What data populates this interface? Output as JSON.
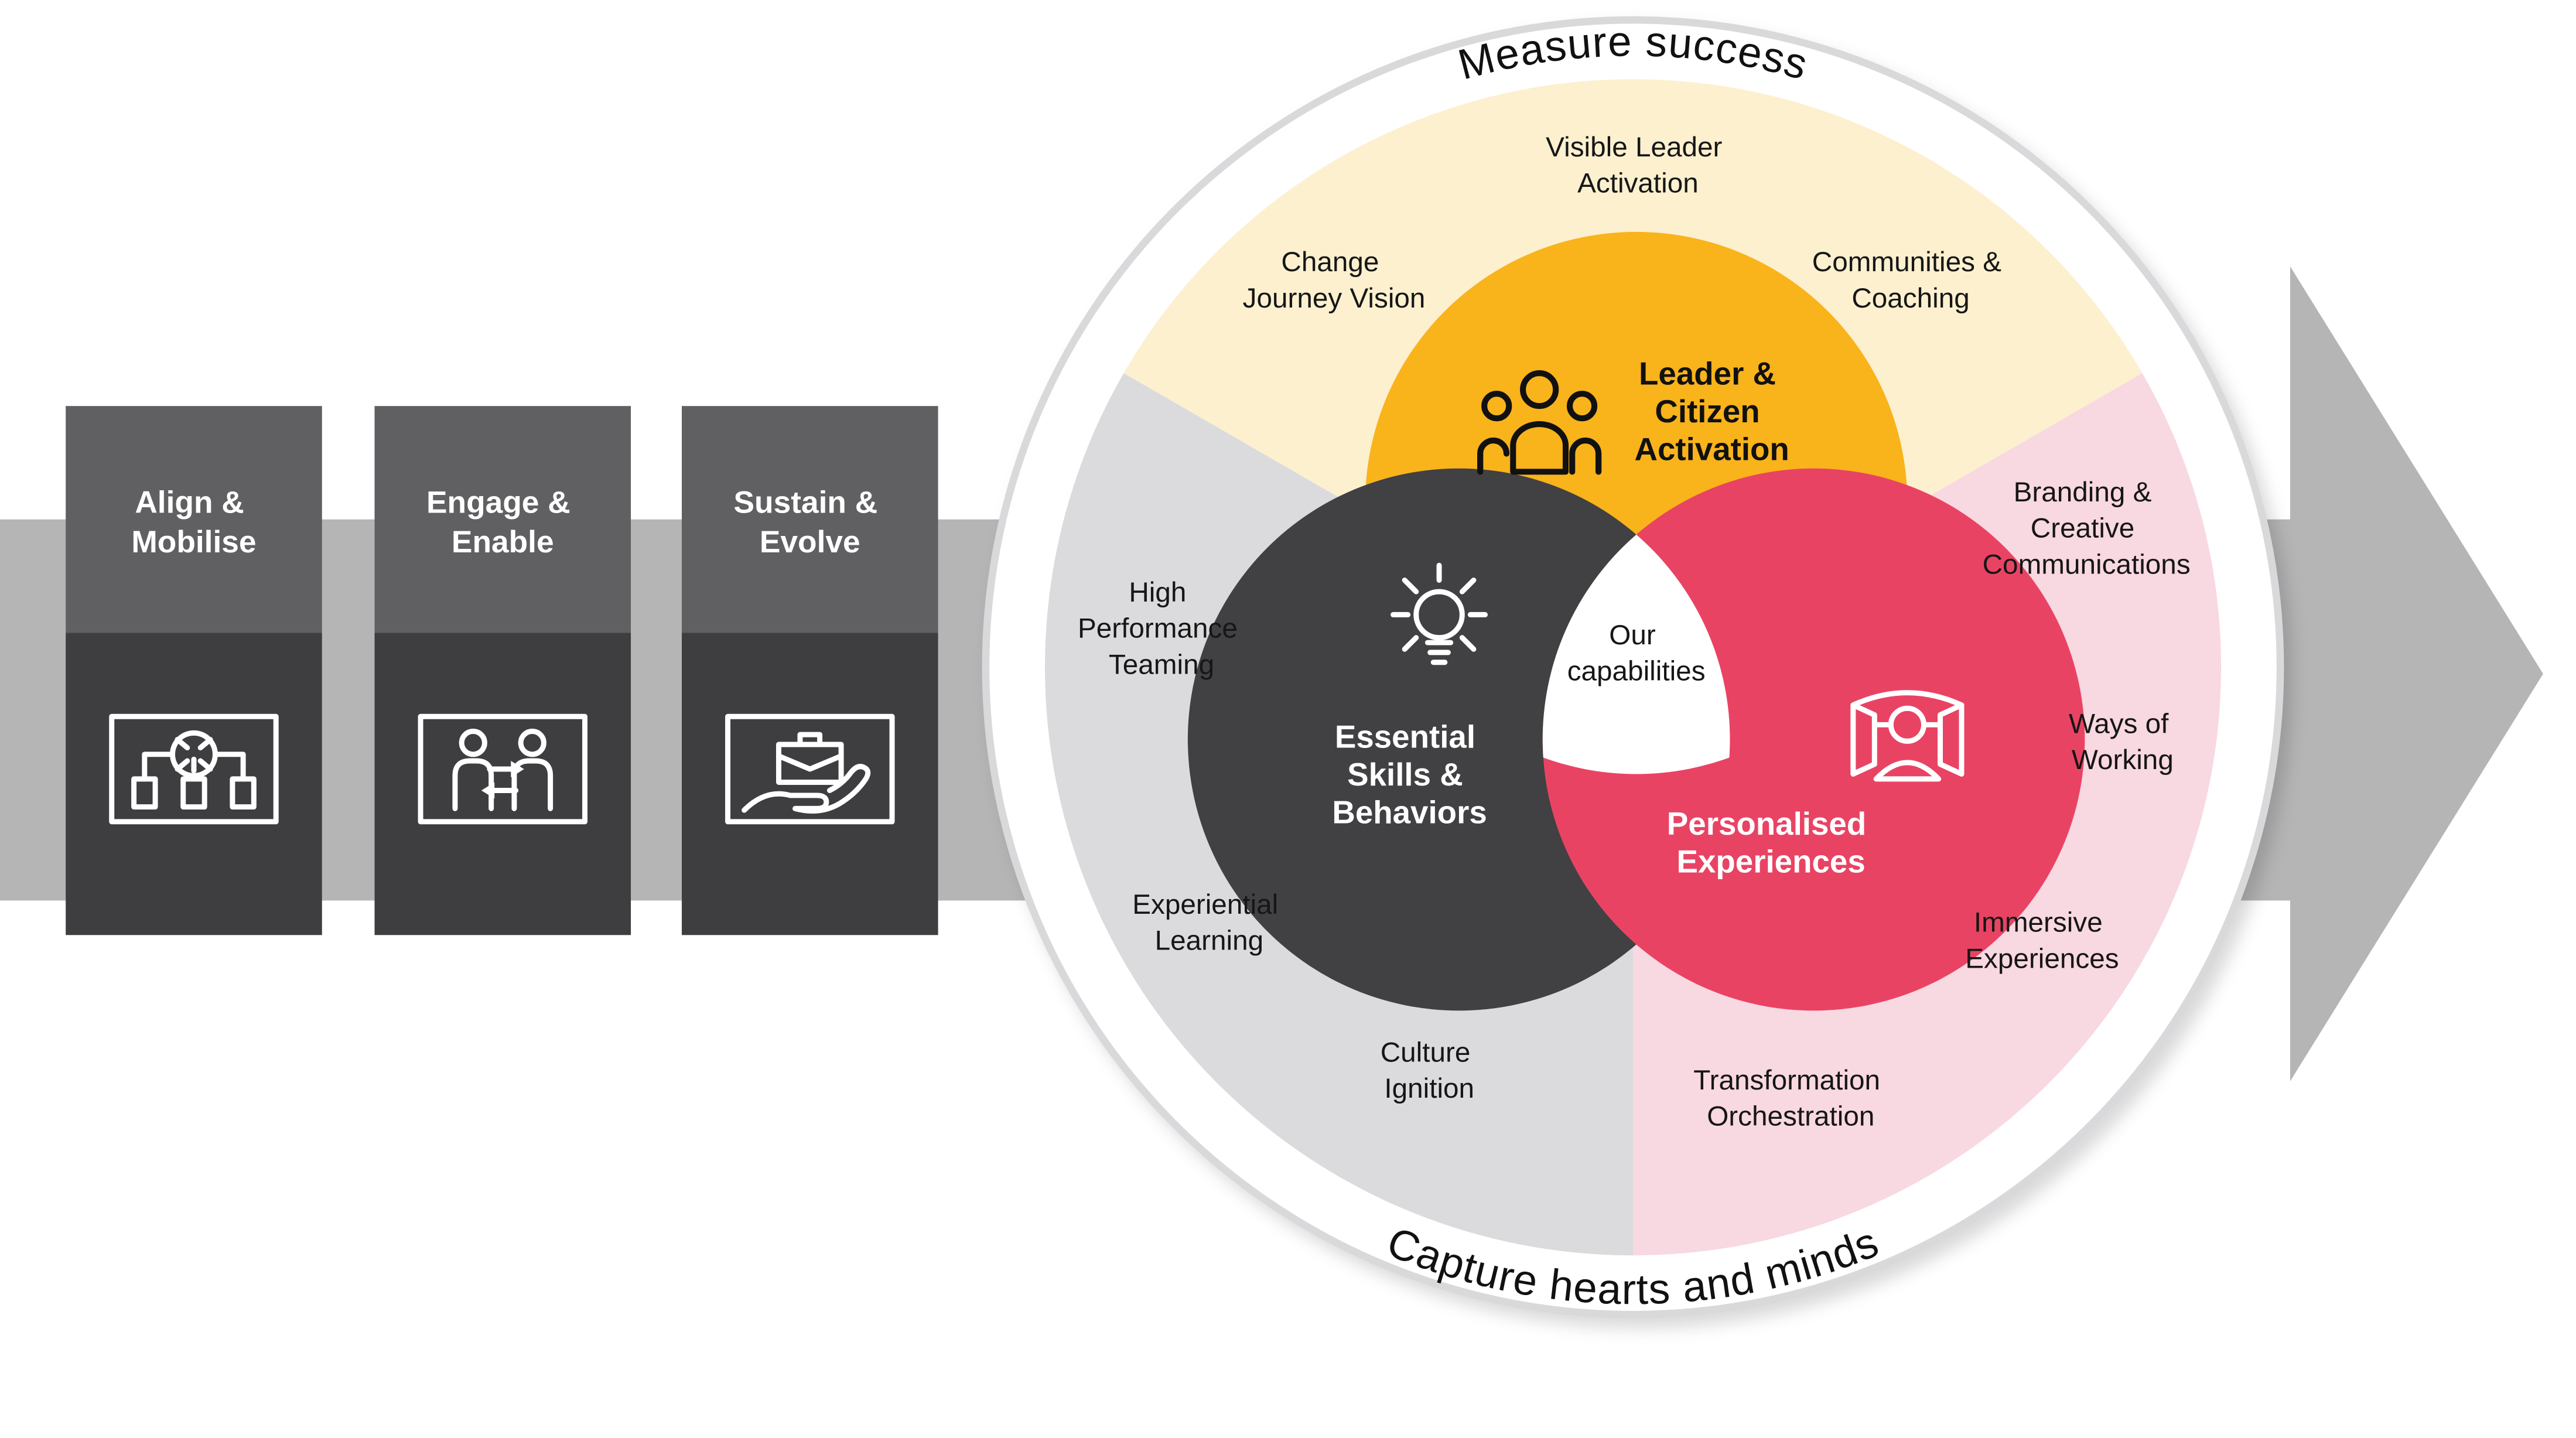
{
  "ring": {
    "top_label": "Measure success",
    "bottom_label": "Capture hearts and minds"
  },
  "stages": [
    {
      "label_lines": [
        "Align &",
        "Mobilise"
      ],
      "icon": "converge-documents-icon"
    },
    {
      "label_lines": [
        "Engage &",
        "Enable"
      ],
      "icon": "people-exchange-icon"
    },
    {
      "label_lines": [
        "Sustain &",
        "Evolve"
      ],
      "icon": "hand-briefcase-icon"
    }
  ],
  "sectors": {
    "leadership": {
      "labels": [
        [
          "Visible Leader",
          "Activation"
        ],
        [
          "Change",
          "Journey Vision"
        ],
        [
          "Communities &",
          "Coaching"
        ]
      ]
    },
    "skills": {
      "labels": [
        [
          "High",
          "Performance",
          "Teaming"
        ],
        [
          "Experiential",
          "Learning"
        ],
        [
          "Culture",
          "Ignition"
        ]
      ]
    },
    "experiences": {
      "labels": [
        [
          "Branding &",
          "Creative",
          "Communications"
        ],
        [
          "Ways of",
          "Working"
        ],
        [
          "Immersive",
          "Experiences"
        ],
        [
          "Transformation",
          "Orchestration"
        ]
      ]
    }
  },
  "venn": {
    "leader": {
      "title_lines": [
        "Leader &",
        "Citizen",
        "Activation"
      ],
      "icon": "people-group-icon"
    },
    "skills": {
      "title_lines": [
        "Essential",
        "Skills &",
        "Behaviors"
      ],
      "icon": "lightbulb-icon"
    },
    "experiences": {
      "title_lines": [
        "Personalised",
        "Experiences"
      ],
      "icon": "vr-headset-icon"
    },
    "center": {
      "label_lines": [
        "Our",
        "capabilities"
      ]
    }
  },
  "colors": {
    "band": "#B5B5B6",
    "arrowhead": "#B5B5B6",
    "ring_fill": "#FFFFFF",
    "ring_border": "#D9D9DB",
    "sector_leadership": "#FCF0CF",
    "sector_skills": "#DBDBDD",
    "sector_experiences": "#F8D8E1",
    "venn_leader": "#F9B31B",
    "venn_skills": "#414042",
    "venn_experiences": "#E94364",
    "venn_center": "#FFFFFF",
    "stage_top": "#606062",
    "stage_bottom": "#3E3E40",
    "text_dark": "#161616",
    "text_light": "#FFFFFF"
  }
}
